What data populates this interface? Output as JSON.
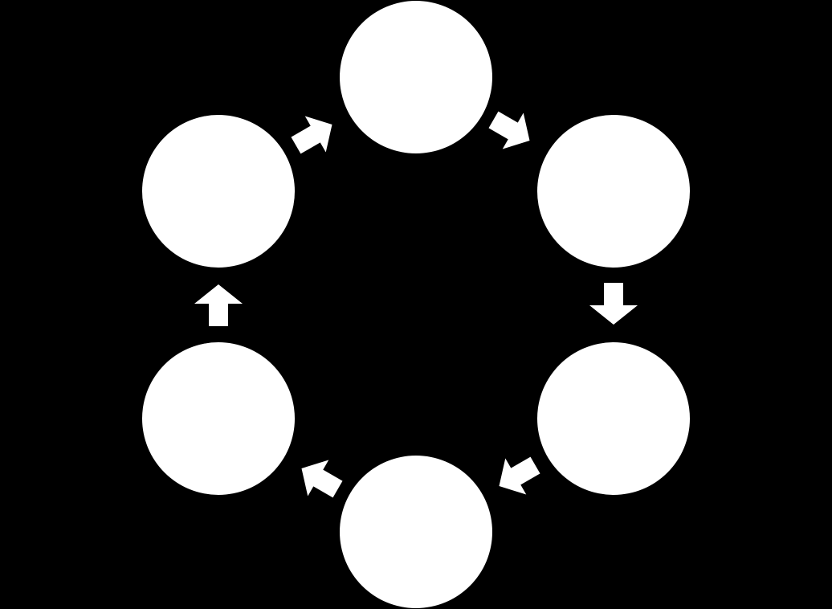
{
  "diagram": {
    "type": "cycle",
    "background_color": "#000000",
    "shape_color": "#ffffff",
    "nodes": [
      {
        "id": "node-1",
        "label": ""
      },
      {
        "id": "node-2",
        "label": ""
      },
      {
        "id": "node-3",
        "label": ""
      },
      {
        "id": "node-4",
        "label": ""
      },
      {
        "id": "node-5",
        "label": ""
      },
      {
        "id": "node-6",
        "label": ""
      }
    ],
    "arrows": [
      {
        "from": "node-1",
        "to": "node-2",
        "icon": "arrow-icon"
      },
      {
        "from": "node-2",
        "to": "node-3",
        "icon": "arrow-icon"
      },
      {
        "from": "node-3",
        "to": "node-4",
        "icon": "arrow-icon"
      },
      {
        "from": "node-4",
        "to": "node-5",
        "icon": "arrow-icon"
      },
      {
        "from": "node-5",
        "to": "node-6",
        "icon": "arrow-icon"
      },
      {
        "from": "node-6",
        "to": "node-1",
        "icon": "arrow-icon"
      }
    ]
  }
}
